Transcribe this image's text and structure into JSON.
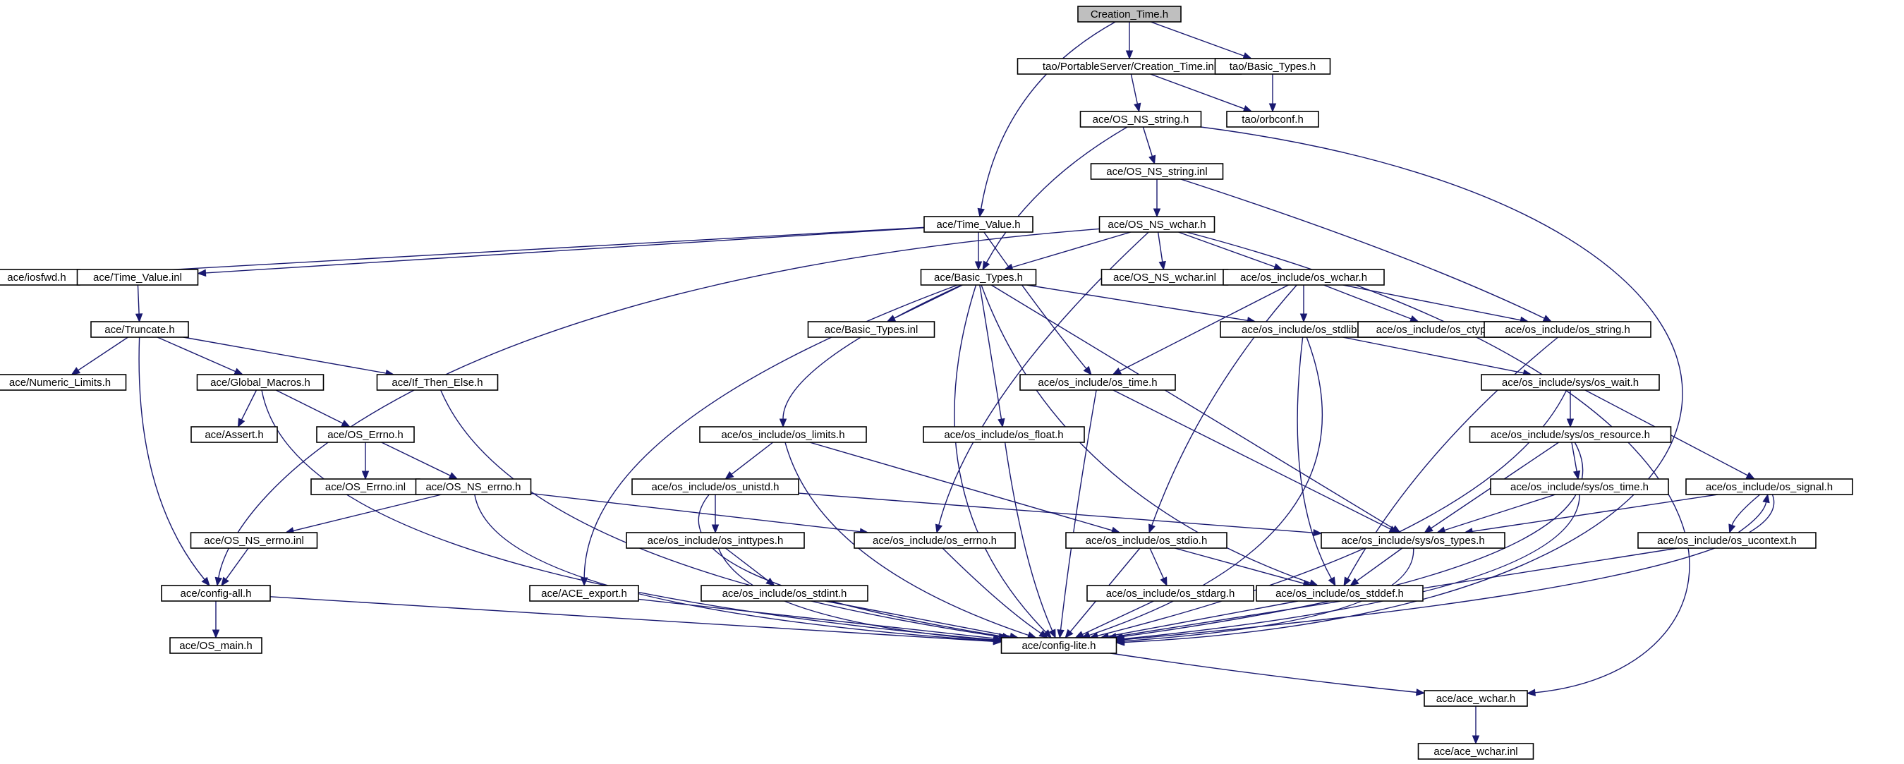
{
  "diagram": {
    "root": "creation_time_h",
    "nodes": [
      {
        "id": "creation_time_h",
        "label": "Creation_Time.h"
      },
      {
        "id": "tao_ps_creation_time_inl",
        "label": "tao/PortableServer/Creation_Time.inl"
      },
      {
        "id": "tao_basic_types_h",
        "label": "tao/Basic_Types.h"
      },
      {
        "id": "tao_orbconf_h",
        "label": "tao/orbconf.h"
      },
      {
        "id": "ace_os_ns_string_h",
        "label": "ace/OS_NS_string.h"
      },
      {
        "id": "ace_os_ns_string_inl",
        "label": "ace/OS_NS_string.inl"
      },
      {
        "id": "ace_time_value_h",
        "label": "ace/Time_Value.h"
      },
      {
        "id": "ace_os_ns_wchar_h",
        "label": "ace/OS_NS_wchar.h"
      },
      {
        "id": "ace_iosfwd_h",
        "label": "ace/iosfwd.h"
      },
      {
        "id": "ace_time_value_inl",
        "label": "ace/Time_Value.inl"
      },
      {
        "id": "ace_basic_types_h",
        "label": "ace/Basic_Types.h"
      },
      {
        "id": "ace_os_ns_wchar_inl",
        "label": "ace/OS_NS_wchar.inl"
      },
      {
        "id": "ace_osi_wchar_h",
        "label": "ace/os_include/os_wchar.h"
      },
      {
        "id": "ace_truncate_h",
        "label": "ace/Truncate.h"
      },
      {
        "id": "ace_basic_types_inl",
        "label": "ace/Basic_Types.inl"
      },
      {
        "id": "ace_osi_stdlib_h",
        "label": "ace/os_include/os_stdlib.h"
      },
      {
        "id": "ace_osi_ctype_h",
        "label": "ace/os_include/os_ctype.h"
      },
      {
        "id": "ace_osi_string_h",
        "label": "ace/os_include/os_string.h"
      },
      {
        "id": "ace_numeric_limits_h",
        "label": "ace/Numeric_Limits.h"
      },
      {
        "id": "ace_global_macros_h",
        "label": "ace/Global_Macros.h"
      },
      {
        "id": "ace_if_then_else_h",
        "label": "ace/If_Then_Else.h"
      },
      {
        "id": "ace_osi_time_h",
        "label": "ace/os_include/os_time.h"
      },
      {
        "id": "ace_osi_sys_wait_h",
        "label": "ace/os_include/sys/os_wait.h"
      },
      {
        "id": "ace_assert_h",
        "label": "ace/Assert.h"
      },
      {
        "id": "ace_os_errno_h",
        "label": "ace/OS_Errno.h"
      },
      {
        "id": "ace_osi_limits_h",
        "label": "ace/os_include/os_limits.h"
      },
      {
        "id": "ace_osi_float_h",
        "label": "ace/os_include/os_float.h"
      },
      {
        "id": "ace_osi_sys_resource_h",
        "label": "ace/os_include/sys/os_resource.h"
      },
      {
        "id": "ace_os_errno_inl",
        "label": "ace/OS_Errno.inl"
      },
      {
        "id": "ace_os_ns_errno_h",
        "label": "ace/OS_NS_errno.h"
      },
      {
        "id": "ace_osi_unistd_h",
        "label": "ace/os_include/os_unistd.h"
      },
      {
        "id": "ace_osi_sys_time_h",
        "label": "ace/os_include/sys/os_time.h"
      },
      {
        "id": "ace_osi_signal_h",
        "label": "ace/os_include/os_signal.h"
      },
      {
        "id": "ace_os_ns_errno_inl",
        "label": "ace/OS_NS_errno.inl"
      },
      {
        "id": "ace_osi_inttypes_h",
        "label": "ace/os_include/os_inttypes.h"
      },
      {
        "id": "ace_osi_errno_h",
        "label": "ace/os_include/os_errno.h"
      },
      {
        "id": "ace_osi_stdio_h",
        "label": "ace/os_include/os_stdio.h"
      },
      {
        "id": "ace_osi_sys_types_h",
        "label": "ace/os_include/sys/os_types.h"
      },
      {
        "id": "ace_osi_ucontext_h",
        "label": "ace/os_include/os_ucontext.h"
      },
      {
        "id": "ace_config_all_h",
        "label": "ace/config-all.h"
      },
      {
        "id": "ace_ace_export_h",
        "label": "ace/ACE_export.h"
      },
      {
        "id": "ace_osi_stdint_h",
        "label": "ace/os_include/os_stdint.h"
      },
      {
        "id": "ace_osi_stdarg_h",
        "label": "ace/os_include/os_stdarg.h"
      },
      {
        "id": "ace_osi_stddef_h",
        "label": "ace/os_include/os_stddef.h"
      },
      {
        "id": "ace_os_main_h",
        "label": "ace/OS_main.h"
      },
      {
        "id": "ace_config_lite_h",
        "label": "ace/config-lite.h"
      },
      {
        "id": "ace_ace_wchar_h",
        "label": "ace/ace_wchar.h"
      },
      {
        "id": "ace_ace_wchar_inl",
        "label": "ace/ace_wchar.inl"
      }
    ],
    "edges": [
      [
        "creation_time_h",
        "tao_ps_creation_time_inl"
      ],
      [
        "creation_time_h",
        "tao_basic_types_h"
      ],
      [
        "creation_time_h",
        "ace_time_value_h"
      ],
      [
        "tao_ps_creation_time_inl",
        "tao_orbconf_h"
      ],
      [
        "tao_ps_creation_time_inl",
        "ace_os_ns_string_h"
      ],
      [
        "tao_basic_types_h",
        "tao_orbconf_h"
      ],
      [
        "ace_os_ns_string_h",
        "ace_os_ns_string_inl"
      ],
      [
        "ace_os_ns_string_h",
        "ace_basic_types_h"
      ],
      [
        "ace_os_ns_string_h",
        "ace_config_lite_h"
      ],
      [
        "ace_os_ns_string_inl",
        "ace_os_ns_wchar_h"
      ],
      [
        "ace_os_ns_string_inl",
        "ace_osi_string_h"
      ],
      [
        "ace_time_value_h",
        "ace_iosfwd_h"
      ],
      [
        "ace_time_value_h",
        "ace_time_value_inl"
      ],
      [
        "ace_time_value_h",
        "ace_basic_types_h"
      ],
      [
        "ace_time_value_h",
        "ace_osi_time_h"
      ],
      [
        "ace_os_ns_wchar_h",
        "ace_basic_types_h"
      ],
      [
        "ace_os_ns_wchar_h",
        "ace_os_ns_wchar_inl"
      ],
      [
        "ace_os_ns_wchar_h",
        "ace_osi_wchar_h"
      ],
      [
        "ace_os_ns_wchar_h",
        "ace_config_all_h"
      ],
      [
        "ace_os_ns_wchar_h",
        "ace_osi_errno_h"
      ],
      [
        "ace_os_ns_wchar_h",
        "ace_ace_wchar_h"
      ],
      [
        "ace_time_value_inl",
        "ace_truncate_h"
      ],
      [
        "ace_basic_types_h",
        "ace_basic_types_inl"
      ],
      [
        "ace_basic_types_h",
        "ace_osi_stdlib_h"
      ],
      [
        "ace_basic_types_h",
        "ace_osi_limits_h"
      ],
      [
        "ace_basic_types_h",
        "ace_osi_float_h"
      ],
      [
        "ace_basic_types_h",
        "ace_ace_export_h"
      ],
      [
        "ace_basic_types_h",
        "ace_osi_sys_types_h"
      ],
      [
        "ace_basic_types_h",
        "ace_osi_stddef_h"
      ],
      [
        "ace_basic_types_h",
        "ace_config_lite_h"
      ],
      [
        "ace_osi_wchar_h",
        "ace_osi_stdlib_h"
      ],
      [
        "ace_osi_wchar_h",
        "ace_osi_ctype_h"
      ],
      [
        "ace_osi_wchar_h",
        "ace_osi_string_h"
      ],
      [
        "ace_osi_wchar_h",
        "ace_osi_time_h"
      ],
      [
        "ace_osi_wchar_h",
        "ace_osi_stdio_h"
      ],
      [
        "ace_truncate_h",
        "ace_numeric_limits_h"
      ],
      [
        "ace_truncate_h",
        "ace_global_macros_h"
      ],
      [
        "ace_truncate_h",
        "ace_if_then_else_h"
      ],
      [
        "ace_truncate_h",
        "ace_config_all_h"
      ],
      [
        "ace_osi_stdlib_h",
        "ace_osi_sys_wait_h"
      ],
      [
        "ace_osi_stdlib_h",
        "ace_osi_stddef_h"
      ],
      [
        "ace_osi_stdlib_h",
        "ace_config_lite_h"
      ],
      [
        "ace_osi_string_h",
        "ace_osi_stddef_h"
      ],
      [
        "ace_global_macros_h",
        "ace_assert_h"
      ],
      [
        "ace_global_macros_h",
        "ace_os_errno_h"
      ],
      [
        "ace_global_macros_h",
        "ace_config_lite_h"
      ],
      [
        "ace_if_then_else_h",
        "ace_config_lite_h"
      ],
      [
        "ace_osi_time_h",
        "ace_osi_sys_types_h"
      ],
      [
        "ace_osi_time_h",
        "ace_config_lite_h"
      ],
      [
        "ace_osi_sys_wait_h",
        "ace_osi_sys_resource_h"
      ],
      [
        "ace_osi_sys_wait_h",
        "ace_osi_signal_h"
      ],
      [
        "ace_osi_sys_wait_h",
        "ace_config_lite_h"
      ],
      [
        "ace_os_errno_h",
        "ace_os_errno_inl"
      ],
      [
        "ace_os_errno_h",
        "ace_os_ns_errno_h"
      ],
      [
        "ace_osi_limits_h",
        "ace_osi_unistd_h"
      ],
      [
        "ace_osi_limits_h",
        "ace_osi_stdio_h"
      ],
      [
        "ace_osi_limits_h",
        "ace_config_lite_h"
      ],
      [
        "ace_osi_float_h",
        "ace_config_lite_h"
      ],
      [
        "ace_osi_sys_resource_h",
        "ace_osi_sys_time_h"
      ],
      [
        "ace_osi_sys_resource_h",
        "ace_osi_sys_types_h"
      ],
      [
        "ace_osi_sys_resource_h",
        "ace_config_lite_h"
      ],
      [
        "ace_os_ns_errno_h",
        "ace_os_ns_errno_inl"
      ],
      [
        "ace_os_ns_errno_h",
        "ace_osi_errno_h"
      ],
      [
        "ace_os_ns_errno_h",
        "ace_config_lite_h"
      ],
      [
        "ace_osi_unistd_h",
        "ace_osi_inttypes_h"
      ],
      [
        "ace_osi_unistd_h",
        "ace_osi_sys_types_h"
      ],
      [
        "ace_osi_unistd_h",
        "ace_config_lite_h"
      ],
      [
        "ace_osi_sys_time_h",
        "ace_osi_sys_types_h"
      ],
      [
        "ace_osi_sys_time_h",
        "ace_config_lite_h"
      ],
      [
        "ace_osi_signal_h",
        "ace_osi_ucontext_h"
      ],
      [
        "ace_osi_signal_h",
        "ace_osi_sys_types_h"
      ],
      [
        "ace_osi_signal_h",
        "ace_config_lite_h"
      ],
      [
        "ace_os_ns_errno_inl",
        "ace_config_all_h"
      ],
      [
        "ace_osi_inttypes_h",
        "ace_osi_stdint_h"
      ],
      [
        "ace_osi_inttypes_h",
        "ace_config_lite_h"
      ],
      [
        "ace_osi_errno_h",
        "ace_config_lite_h"
      ],
      [
        "ace_osi_stdio_h",
        "ace_osi_stdarg_h"
      ],
      [
        "ace_osi_stdio_h",
        "ace_osi_stddef_h"
      ],
      [
        "ace_osi_stdio_h",
        "ace_config_lite_h"
      ],
      [
        "ace_osi_sys_types_h",
        "ace_osi_stddef_h"
      ],
      [
        "ace_osi_sys_types_h",
        "ace_config_lite_h"
      ],
      [
        "ace_osi_ucontext_h",
        "ace_osi_signal_h"
      ],
      [
        "ace_osi_ucontext_h",
        "ace_config_lite_h"
      ],
      [
        "ace_config_all_h",
        "ace_os_main_h"
      ],
      [
        "ace_config_all_h",
        "ace_config_lite_h"
      ],
      [
        "ace_ace_export_h",
        "ace_config_lite_h"
      ],
      [
        "ace_osi_stdint_h",
        "ace_config_lite_h"
      ],
      [
        "ace_osi_stdarg_h",
        "ace_config_lite_h"
      ],
      [
        "ace_osi_stddef_h",
        "ace_config_lite_h"
      ],
      [
        "ace_config_lite_h",
        "ace_ace_wchar_h"
      ],
      [
        "ace_ace_wchar_h",
        "ace_ace_wchar_inl"
      ]
    ]
  }
}
